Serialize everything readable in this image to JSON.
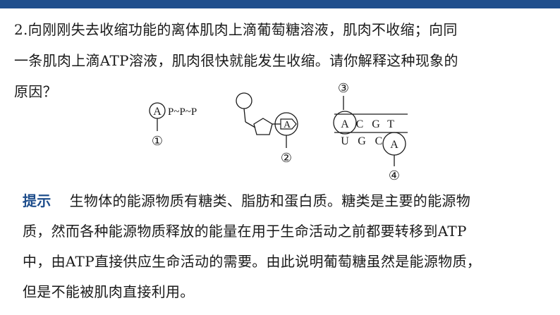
{
  "question": {
    "line1": "2.向刚刚失去收缩功能的离体肌肉上滴葡萄糖溶液，肌肉不收缩；向同",
    "line2": "一条肌肉上滴ATP溶液，肌肉很快就能发生收缩。请你解释这种现象的",
    "line3": "原因？"
  },
  "figure": {
    "fig1": {
      "circle": "A",
      "chain": "P~P~P",
      "marker": "①"
    },
    "fig2": {
      "circle": "A",
      "marker": "②"
    },
    "fig3": {
      "top_marker": "③",
      "top_row": [
        "A",
        "C",
        "G",
        "T"
      ],
      "bottom_row": [
        "U",
        "G",
        "C",
        "A"
      ],
      "bottom_marker": "④"
    }
  },
  "hint": {
    "label": "提示",
    "line1": "生物体的能源物质有糖类、脂肪和蛋白质。糖类是主要的能源物",
    "line2": "质，然而各种能源物质释放的能量在用于生命活动之前都要转移到ATP",
    "line3": "中，由ATP直接供应生命活动的需要。由此说明葡萄糖虽然是能源物质，",
    "line4": "但是不能被肌肉直接利用。"
  }
}
